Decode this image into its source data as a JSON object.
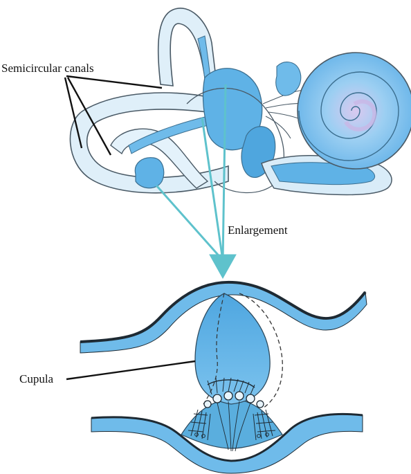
{
  "labels": {
    "semicircular_canals": "Semicircular canals",
    "enlargement": "Enlargement",
    "cupula": "Cupula"
  },
  "colors": {
    "canal_fill": "#dfeff9",
    "canal_outline": "#4a5a66",
    "duct_blue": "#5fb2e6",
    "cochlea_blue": "#8ec8ef",
    "cochlea_violet": "#c9b6e6",
    "arrow_teal": "#5ec2cc",
    "membrane_dark": "#1e2a33",
    "cupula_blue": "#6bbbea",
    "leader_line": "#111111"
  }
}
